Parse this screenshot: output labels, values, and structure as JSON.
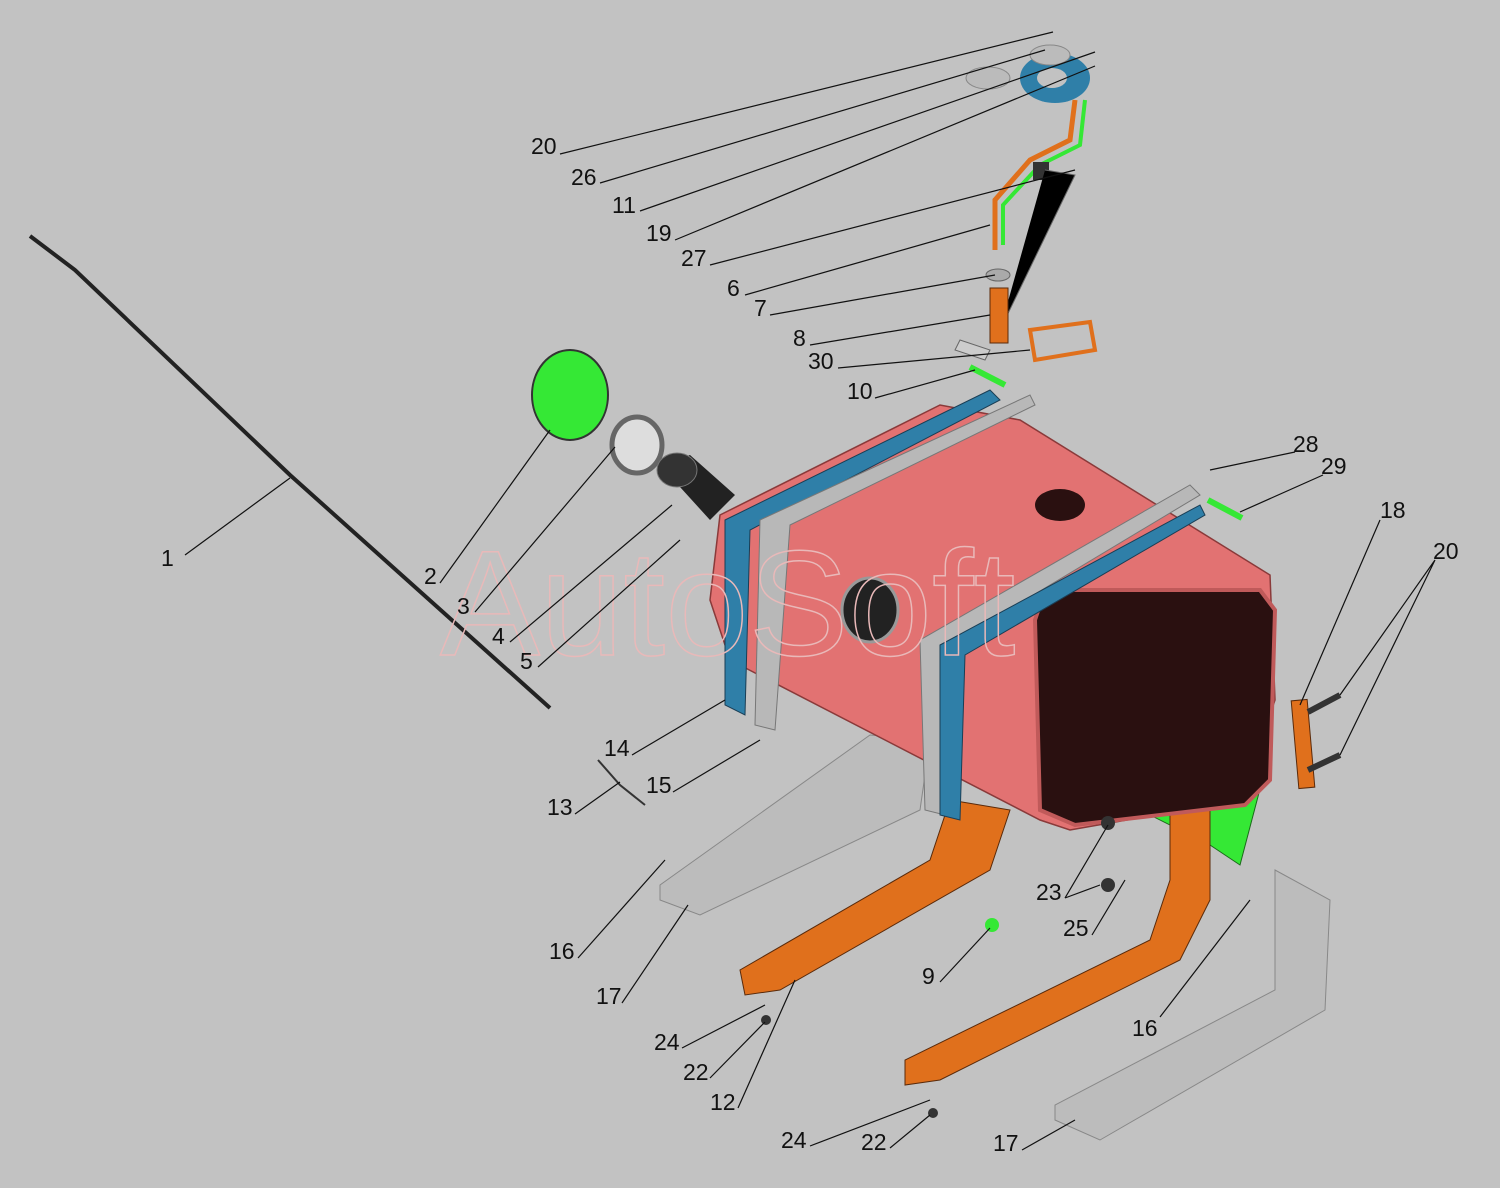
{
  "watermark": "AutoSoft",
  "colors": {
    "background": "#c2c2c2",
    "tank": "#e27272",
    "strap_blue": "#2f7fa8",
    "bracket_orange": "#e0701c",
    "part_green": "#35e835",
    "shield_gray": "#b8b8b8"
  },
  "labels": {
    "p20a": "20",
    "p26": "26",
    "p11": "11",
    "p19": "19",
    "p27": "27",
    "p6": "6",
    "p7": "7",
    "p8": "8",
    "p30": "30",
    "p10": "10",
    "p28": "28",
    "p29": "29",
    "p18": "18",
    "p20b": "20",
    "p1": "1",
    "p2": "2",
    "p3": "3",
    "p4": "4",
    "p5": "5",
    "p14": "14",
    "p15": "15",
    "p13": "13",
    "p16a": "16",
    "p17a": "17",
    "p9": "9",
    "p23": "23",
    "p25": "25",
    "p16b": "16",
    "p24a": "24",
    "p22a": "22",
    "p12": "12",
    "p24b": "24",
    "p22b": "22",
    "p17b": "17"
  }
}
